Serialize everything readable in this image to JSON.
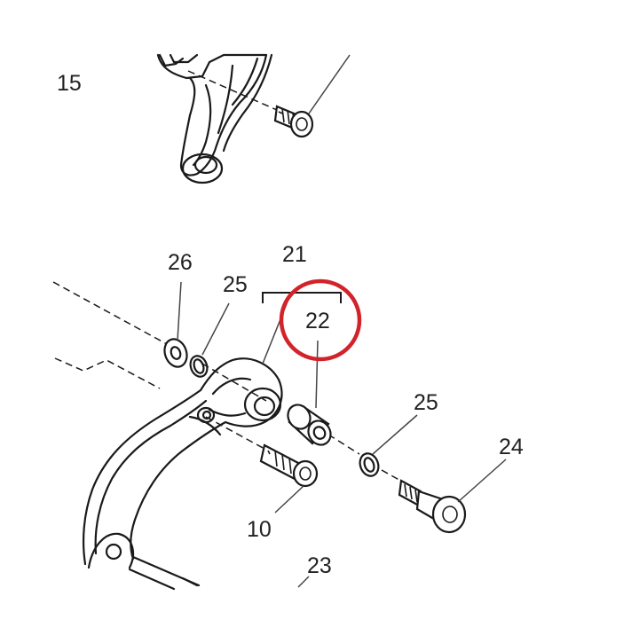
{
  "colors": {
    "line": "#1a1a1a",
    "leader": "#444444",
    "highlight": "#d2232a",
    "background": "#ffffff"
  },
  "callouts": {
    "p15": "15",
    "p26": "26",
    "p25a": "25",
    "p21": "21",
    "p22": "22",
    "p25b": "25",
    "p24": "24",
    "p10": "10",
    "p23": "23"
  },
  "highlighted_part": "22"
}
